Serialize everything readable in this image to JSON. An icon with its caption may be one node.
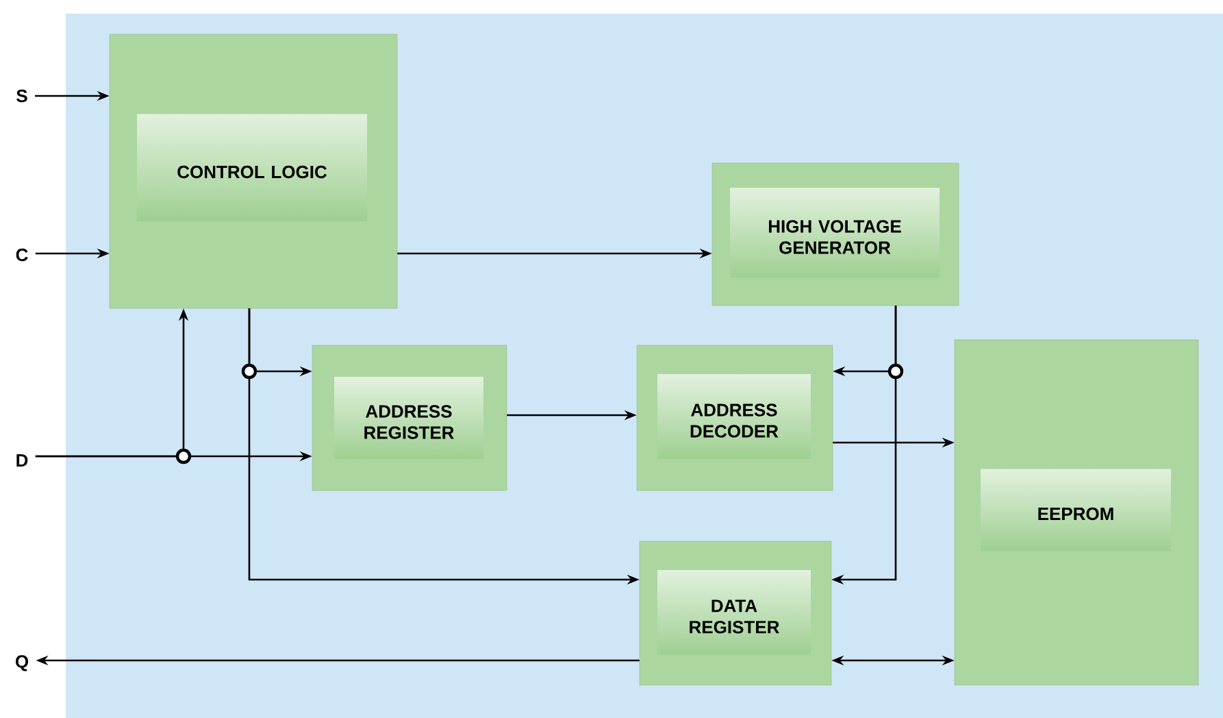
{
  "diagram": {
    "nodes": [
      {
        "text": [
          "S"
        ]
      },
      {
        "text": [
          "C"
        ]
      },
      {
        "text": [
          "D"
        ]
      },
      {
        "text": [
          "Q"
        ]
      },
      {
        "text": [
          "CONTROL LOGIC"
        ]
      },
      {
        "text": [
          "HIGH VOLTAGE GENERATOR"
        ]
      },
      {
        "text": [
          "ADDRESS REGISTER"
        ]
      },
      {
        "text": [
          "ADDRESS DECODER"
        ]
      },
      {
        "text": [
          "EEPROM"
        ]
      },
      {
        "text": [
          "DATA REGISTER"
        ]
      }
    ],
    "edges": [
      {
        "from": 0,
        "to": 4,
        "arrow": "to"
      },
      {
        "from": 1,
        "to": 4,
        "arrow": "to"
      },
      {
        "from": 2,
        "to": 4,
        "arrow": "to"
      },
      {
        "from": 2,
        "to": 6,
        "arrow": "to"
      },
      {
        "from": 4,
        "to": 5,
        "arrow": "to"
      },
      {
        "from": 4,
        "to": 6,
        "arrow": "to"
      },
      {
        "from": 4,
        "to": 9,
        "arrow": "to"
      },
      {
        "from": 6,
        "to": 7,
        "arrow": "to"
      },
      {
        "from": 5,
        "to": 7,
        "arrow": "to"
      },
      {
        "from": 5,
        "to": 9,
        "arrow": "to"
      },
      {
        "from": 7,
        "to": 8,
        "arrow": "to"
      },
      {
        "from": 9,
        "to": 3,
        "arrow": "to"
      },
      {
        "from": 9,
        "to": 8,
        "arrow": "both"
      }
    ]
  }
}
